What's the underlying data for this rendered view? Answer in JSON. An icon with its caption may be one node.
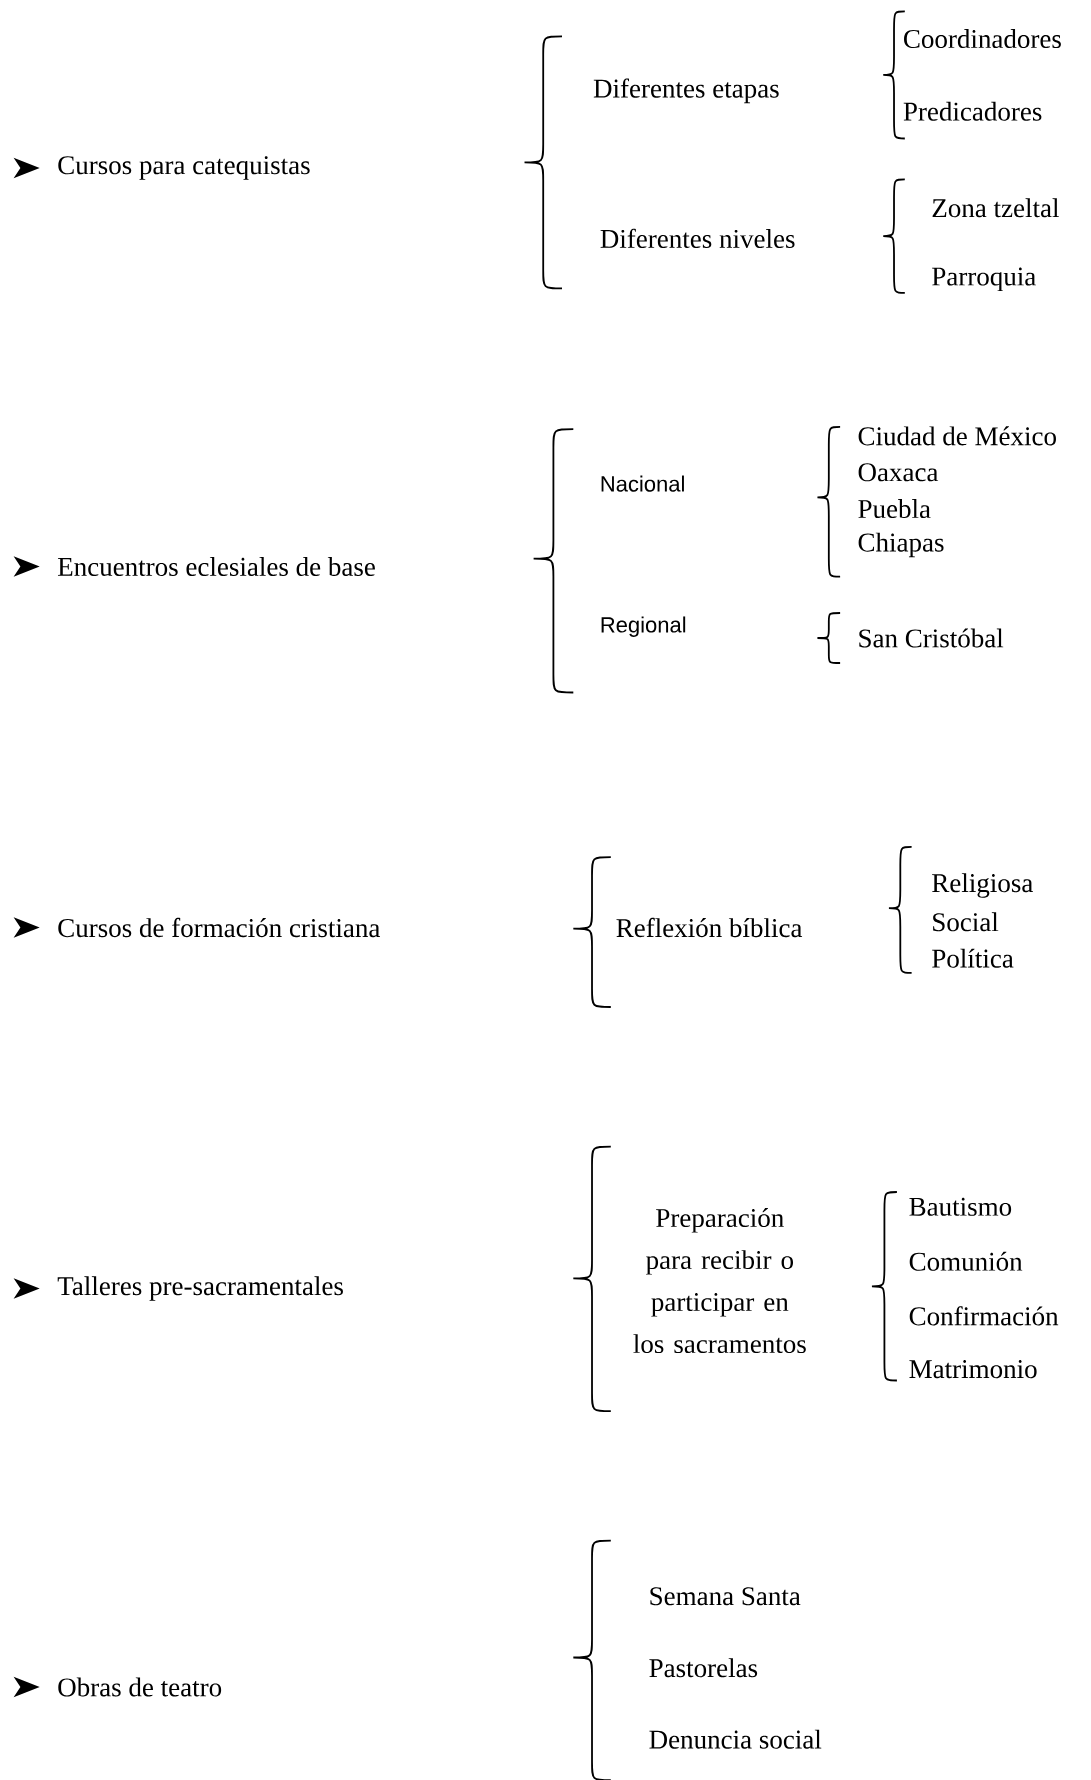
{
  "diagram": {
    "labels": [
      "Cursos para catequistas",
      "Diferentes etapas",
      "Coordinadores",
      "Predicadores",
      "Diferentes niveles",
      "Zona tzeltal",
      "Parroquia",
      "Encuentros eclesiales de base",
      "Nacional",
      "Ciudad de México",
      "Oaxaca",
      "Puebla",
      "Chiapas",
      "Regional",
      "San Cristóbal",
      "Cursos de formación cristiana",
      "Reflexión bíblica",
      "Religiosa",
      "Social",
      "Política",
      "Talleres pre-sacramentales",
      "Preparación para recibir o participar en los sacramentos",
      "Bautismo",
      "Comunión",
      "Confirmación",
      "Matrimonio",
      "Obras de teatro",
      "Semana Santa",
      "Pastorelas",
      "Denuncia social"
    ]
  }
}
